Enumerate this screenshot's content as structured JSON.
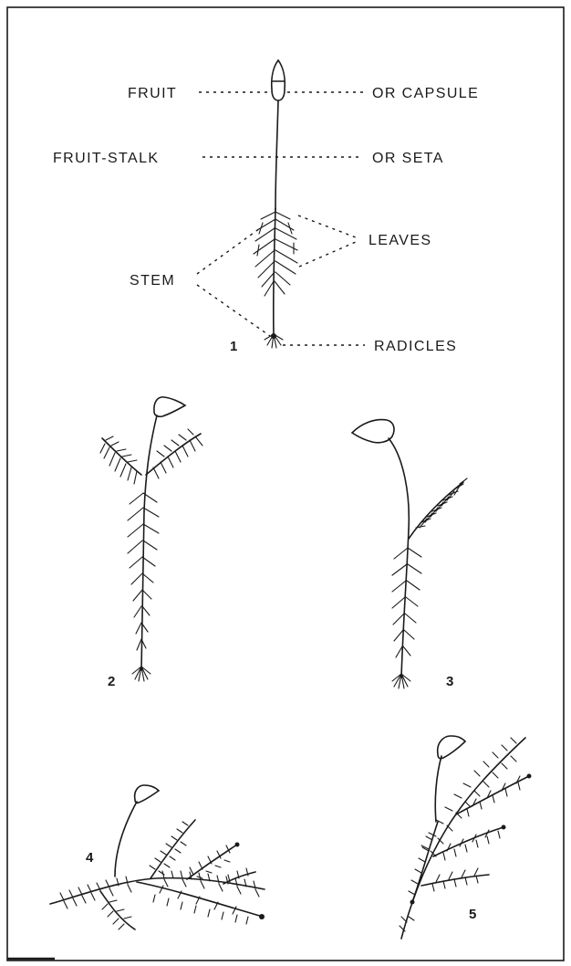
{
  "labels": {
    "fruit": "FRUIT",
    "or_capsule": "OR CAPSULE",
    "fruit_stalk": "FRUIT-STALK",
    "or_seta": "OR SETA",
    "leaves": "LEAVES",
    "stem": "STEM",
    "radicles": "RADICLES"
  },
  "figure_numbers": [
    "1",
    "2",
    "3",
    "4",
    "5"
  ],
  "colors": {
    "ink": "#1a1a1a",
    "background": "#ffffff"
  }
}
